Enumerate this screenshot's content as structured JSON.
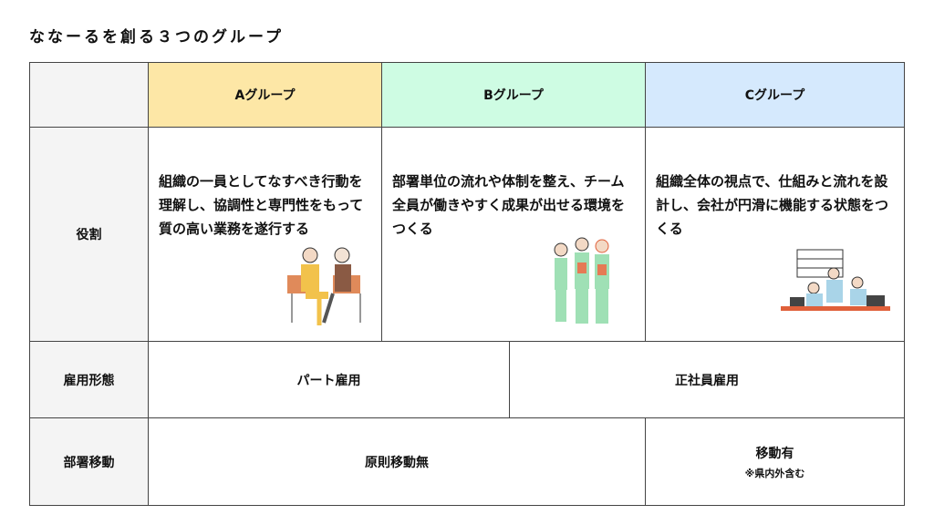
{
  "title": "ななーるを創る３つのグループ",
  "header": {
    "a": "Aグループ",
    "b": "Bグループ",
    "c": "Cグループ"
  },
  "colors": {
    "a": "#fde7a6",
    "b": "#cefce3",
    "c": "#d5e9fd",
    "label": "#f4f4f4"
  },
  "rows": {
    "role": {
      "label": "役割",
      "a": "組織の一員としてなすべき行動を理解し、協調性と専門性をもって質の高い業務を遂行する",
      "b": "部署単位の流れや体制を整え、チーム全員が働きやすく成果が出せる環境をつくる",
      "c": "組織全体の視点で、仕組みと流れを設計し、会社が円滑に機能する状態をつくる"
    },
    "employment": {
      "label": "雇用形態",
      "ab": "パート雇用",
      "bc": "正社員雇用"
    },
    "transfer": {
      "label": "部署移動",
      "ab": "原則移動無",
      "c": "移動有",
      "c_note": "※県内外含む"
    }
  }
}
